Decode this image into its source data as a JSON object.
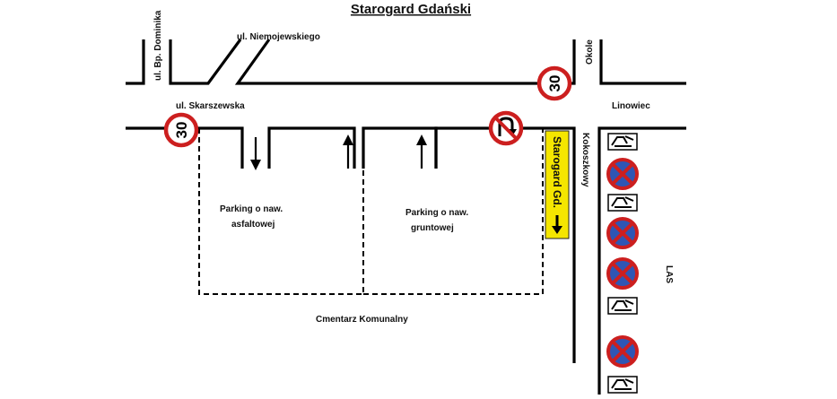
{
  "title": "Starogard Gdański",
  "streets": {
    "bp_dominika": "ul. Bp. Dominika",
    "niemojewskiego": "ul. Niemojewskiego",
    "skarszewska": "ul. Skarszewska",
    "okole": "Okole",
    "linowiec": "Linowiec",
    "kokoszkowy": "Kokoszkowy"
  },
  "areas": {
    "parking_asphalt_line1": "Parking o naw.",
    "parking_asphalt_line2": "asfaltowej",
    "parking_ground_line1": "Parking o naw.",
    "parking_ground_line2": "gruntowej",
    "cemetery": "Cmentarz Komunalny",
    "forest": "LAS"
  },
  "signs": {
    "speed_limit_value": "30",
    "direction_sign_text": "Starogard Gd.",
    "direction_sign_color": "#f5e600",
    "speed_ring_color": "#cc1f1f",
    "no_parking_fill": "#2f56b4",
    "icons": [
      "speed-limit-sign",
      "no-u-turn-sign",
      "no-stopping-sign",
      "parking-sign"
    ]
  }
}
